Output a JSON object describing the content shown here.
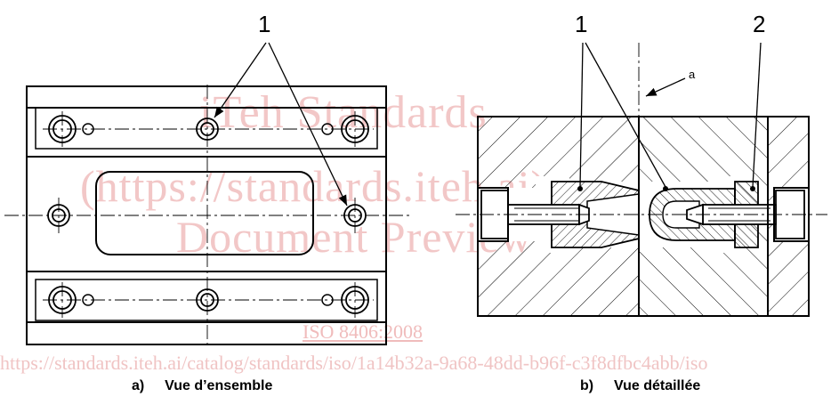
{
  "callouts": {
    "left_1": "1",
    "right_1": "1",
    "right_2": "2",
    "axis_a": "a"
  },
  "captions": {
    "left_letter": "a)",
    "left_title": "Vue d’ensemble",
    "right_letter": "b)",
    "right_title": "Vue détaillée"
  },
  "watermark": {
    "line1": "iTeh Standards",
    "line2": "(https://standards.iteh.ai)",
    "line3": "Document Preview",
    "line4": "ISO 8406:2008",
    "line5": "https://standards.iteh.ai/catalog/standards/iso/1a14b32a-9a68-48dd-b96f-c3f8dfbc4abb/iso"
  },
  "colors": {
    "ink": "#000000",
    "watermark": "#f2c7c7"
  }
}
